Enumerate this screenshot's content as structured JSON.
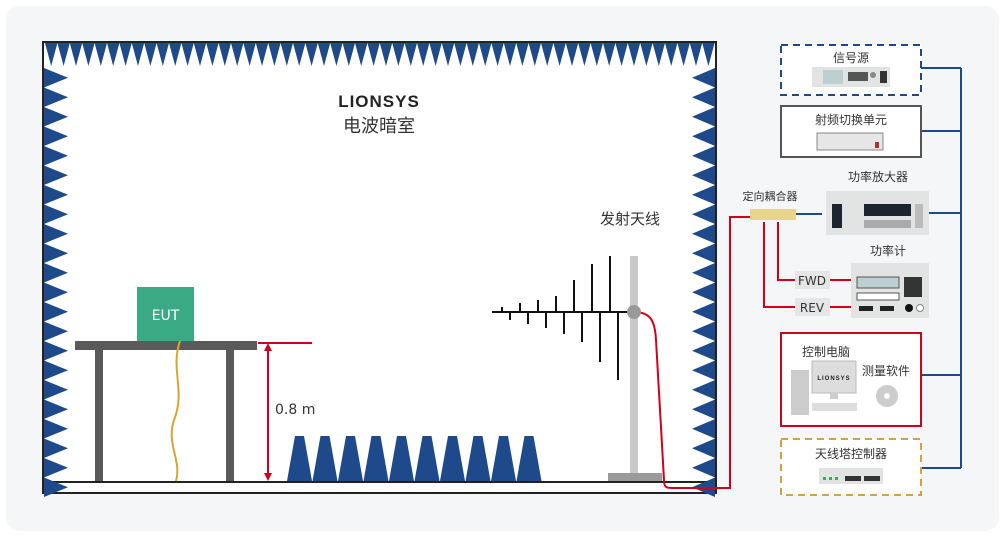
{
  "chamber": {
    "logo": "LIONSYS",
    "title": "电波暗室",
    "eut_label": "EUT",
    "height_label": "0.8 m",
    "antenna_label": "发射天线"
  },
  "equipment": {
    "signal_source": "信号源",
    "rf_switch": "射频切换单元",
    "coupler": "定向耦合器",
    "amplifier": "功率放大器",
    "power_meter": "功率计",
    "fwd": "FWD",
    "rev": "REV",
    "control_pc": "控制电脑",
    "software": "测量软件",
    "pc_logo": "LIONSYS",
    "tower_controller": "天线塔控制器"
  },
  "colors": {
    "absorber": "#1e4a8c",
    "eut": "#3aaa85",
    "rf_cable": "#d0021b",
    "bus": "#1e4a8c",
    "tower_box": "#d4a040"
  }
}
